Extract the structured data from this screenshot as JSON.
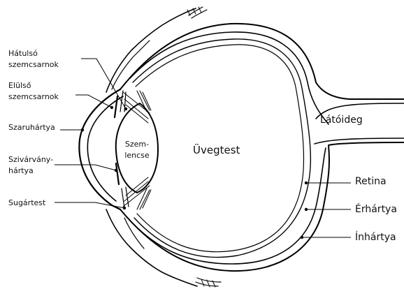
{
  "labels": {
    "hatulso_1": "Hátulsó",
    "hatulso_2": "szemcsarnok",
    "elulso_1": "Elülső",
    "elulso_2": "szemcsarnok",
    "szaruhartya": "Szaruhártya",
    "szivarvany_1": "Szivárvány-",
    "szivarvany_2": "hártya",
    "sugartest": "Sugártest",
    "szemlencse_1": "Szem-",
    "szemlencse_2": "lencse",
    "uvegtest": "Üvegtest",
    "latoideg": "Látóideg",
    "retina": "Retina",
    "erhartya": "Érhártya",
    "inhartya": "Ínhártya"
  }
}
